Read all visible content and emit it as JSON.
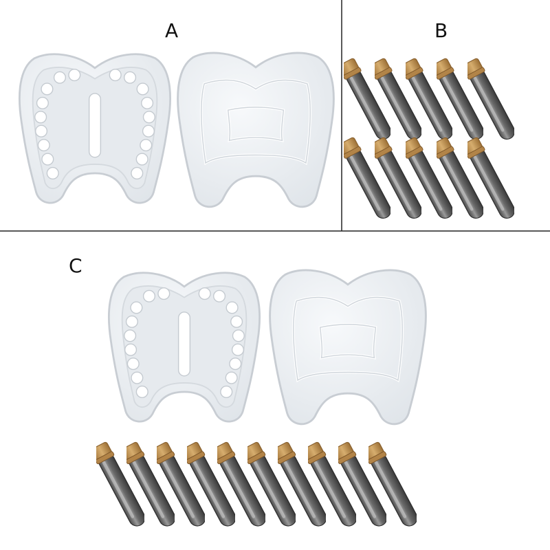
{
  "panels": {
    "a": {
      "label": "A"
    },
    "b": {
      "label": "B"
    },
    "c": {
      "label": "C"
    }
  },
  "contents": {
    "a": {
      "molds": [
        "mold-with-tooth-holes",
        "mold-lid"
      ],
      "vial_count": 0
    },
    "b": {
      "molds": [],
      "vial_count": 10
    },
    "c": {
      "molds": [
        "mold-with-tooth-holes",
        "mold-lid"
      ],
      "vial_count": 10
    }
  },
  "colors": {
    "background": "#ffffff",
    "divider": "#222222",
    "mold_body": "#eef1f4",
    "mold_edge": "#c8cdd3",
    "tooth_slot": "#ffffff",
    "vial_glass": "#6f6f6f",
    "cork": "#c79a5b"
  }
}
